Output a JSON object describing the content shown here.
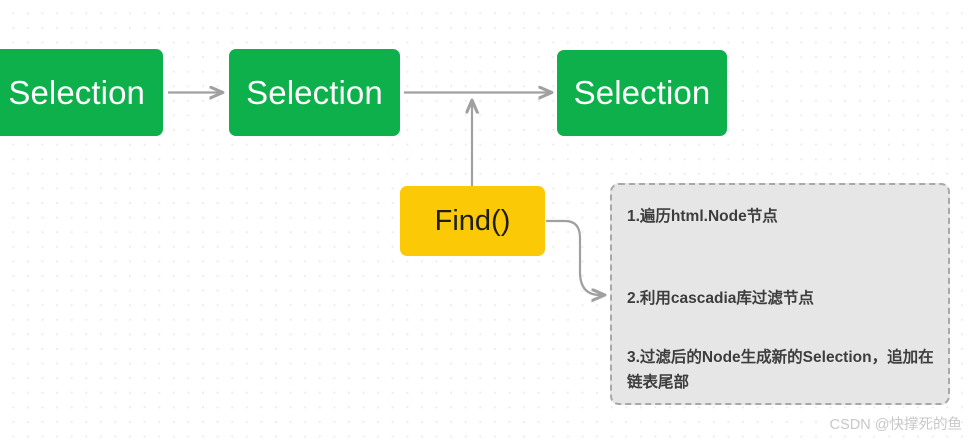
{
  "diagram": {
    "title": "Selection chain Find() flow",
    "colors": {
      "node_green": "#0db04a",
      "node_green_text": "#ffffff",
      "node_yellow": "#fcc907",
      "node_yellow_text": "#1d1d1b",
      "panel_fill": "#e6e6e6",
      "panel_border": "#a8a8a8",
      "connector": "#a0a0a0",
      "background": "#ffffff",
      "grid_dot": "#eeecee",
      "watermark": "#c8c8c8"
    },
    "nodes": {
      "selection_1": "Selection",
      "selection_2": "Selection",
      "selection_3": "Selection",
      "find": "Find()"
    },
    "steps_panel": {
      "step_1": "1.遍历html.Node节点",
      "step_2": "2.利用cascadia库过滤节点",
      "step_3": "3.过滤后的Node生成新的Selection，追加在链表尾部"
    },
    "connectors": {
      "arrow_1_label": "",
      "arrow_2_label": "",
      "arrow_find_up_label": "",
      "arrow_find_to_steps_label": ""
    }
  },
  "watermark": {
    "text": "CSDN @快撑死的鱼"
  }
}
